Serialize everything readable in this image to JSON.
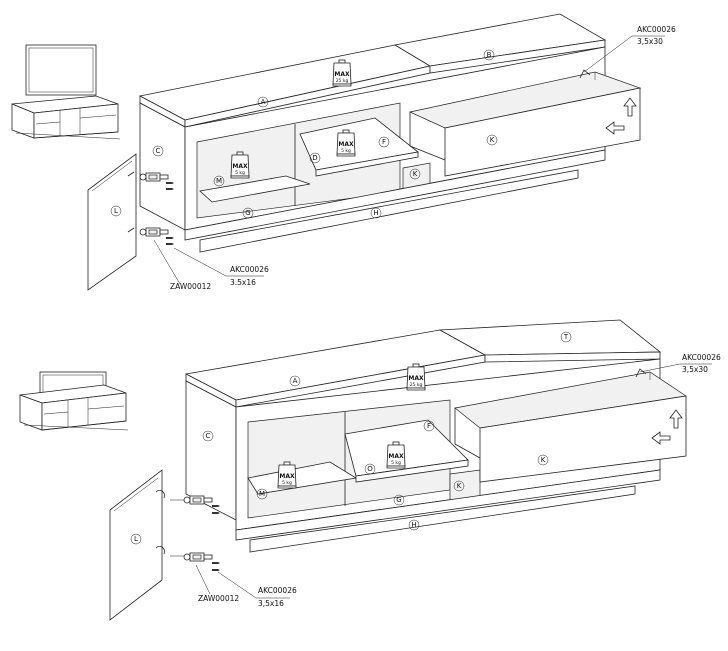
{
  "top": {
    "parts": {
      "A": "A",
      "B": "B",
      "C": "C",
      "D": "D",
      "F": "F",
      "G": "G",
      "H": "H",
      "K1": "K",
      "K2": "K",
      "L": "L",
      "M": "M"
    },
    "weights": {
      "top_label": "MAX",
      "top_value": "25 kg",
      "shelf_d_label": "MAX",
      "shelf_d_value": "5 kg",
      "shelf_m_label": "MAX",
      "shelf_m_value": "5 kg"
    },
    "codes": {
      "drawer_screw_code": "AKC00026",
      "drawer_screw_size": "3,5x30",
      "hinge_code": "ZAW00012",
      "door_screw_code": "AKC00026",
      "door_screw_size": "3.5x16"
    }
  },
  "bottom": {
    "parts": {
      "A": "A",
      "T": "T",
      "C": "C",
      "O": "O",
      "F": "F",
      "G": "G",
      "H": "H",
      "K1": "K",
      "K2": "K",
      "L": "L",
      "M": "M"
    },
    "weights": {
      "top_label": "MAX",
      "top_value": "25 kg",
      "shelf_o_label": "MAX",
      "shelf_o_value": "5 kg",
      "shelf_m_label": "MAX",
      "shelf_m_value": "5 kg"
    },
    "codes": {
      "drawer_screw_code": "AKC00026",
      "drawer_screw_size": "3,5x30",
      "hinge_code": "ZAW00012",
      "door_screw_code": "AKC00026",
      "door_screw_size": "3,5x16"
    }
  },
  "icons": {
    "arrow_up": "arrow-up-icon",
    "arrow_left": "arrow-left-icon",
    "weight": "weight-icon"
  }
}
